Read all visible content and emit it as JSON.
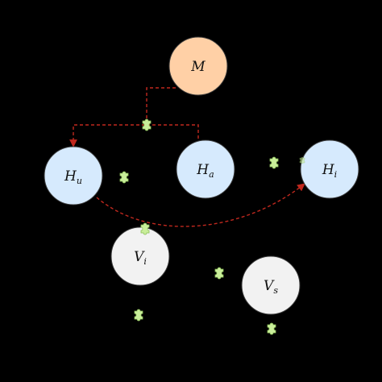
{
  "diagram": {
    "background": "#000000",
    "edge_color": "#c0281e",
    "nodes": [
      {
        "id": "M",
        "main": "M",
        "sub": "",
        "fill": "#ffd0a6",
        "stroke": "#3a3a3a"
      },
      {
        "id": "Hu",
        "main": "H",
        "sub": "u",
        "fill": "#d6eafd",
        "stroke": "#3a3a3a"
      },
      {
        "id": "Ha",
        "main": "H",
        "sub": "a",
        "fill": "#d6eafd",
        "stroke": "#3a3a3a"
      },
      {
        "id": "Hi",
        "main": "H",
        "sub": "i",
        "fill": "#d6eafd",
        "stroke": "#3a3a3a"
      },
      {
        "id": "Vi",
        "main": "V",
        "sub": "i",
        "fill": "#f2f2f2",
        "stroke": "#3a3a3a"
      },
      {
        "id": "Vs",
        "main": "V",
        "sub": "s",
        "fill": "#f2f2f2",
        "stroke": "#3a3a3a"
      }
    ],
    "edges": [
      {
        "from": "M",
        "to": "Hu",
        "style": "dashed",
        "arrow": true
      },
      {
        "from": "M",
        "to": "Ha",
        "style": "dashed",
        "arrow": false
      },
      {
        "from": "Hu",
        "to": "Hi",
        "style": "dashed",
        "arrow": true
      }
    ],
    "markers": {
      "count": 8,
      "icon": "green-puzzle-icon",
      "fill": "#c9ee9a",
      "stroke": "#8cbf5a"
    }
  }
}
